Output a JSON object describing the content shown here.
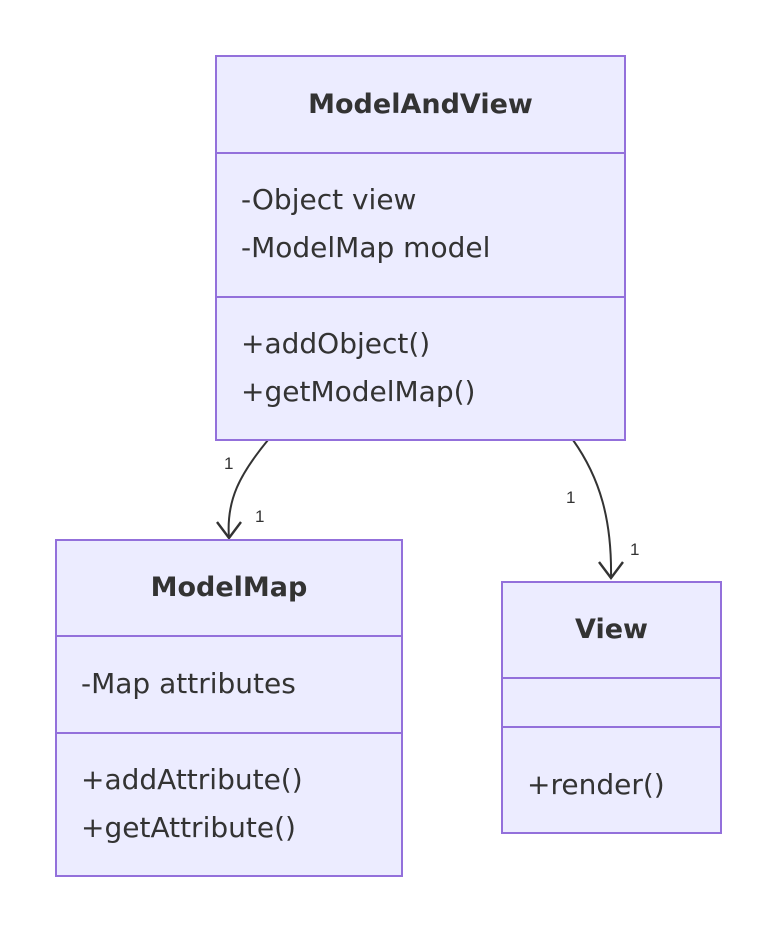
{
  "classes": {
    "model_and_view": {
      "name": "ModelAndView",
      "attributes": [
        "-Object view",
        "-ModelMap model"
      ],
      "methods": [
        "+addObject()",
        "+getModelMap()"
      ]
    },
    "model_map": {
      "name": "ModelMap",
      "attributes": [
        "-Map attributes"
      ],
      "methods": [
        "+addAttribute()",
        "+getAttribute()"
      ]
    },
    "view": {
      "name": "View",
      "attributes": [],
      "methods": [
        "+render()"
      ]
    }
  },
  "relations": [
    {
      "from": "ModelAndView",
      "to": "ModelMap",
      "from_multiplicity": "1",
      "to_multiplicity": "1"
    },
    {
      "from": "ModelAndView",
      "to": "View",
      "from_multiplicity": "1",
      "to_multiplicity": "1"
    }
  ],
  "colors": {
    "box_fill": "#ececff",
    "box_border": "#9370db",
    "text": "#333333",
    "line": "#333333"
  }
}
